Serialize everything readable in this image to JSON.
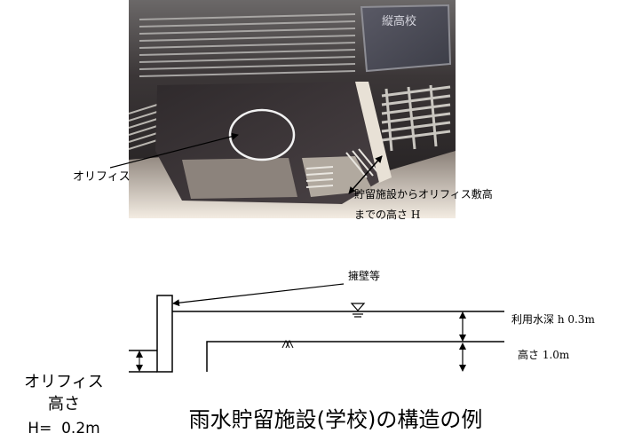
{
  "photo": {
    "label_orifice": "オリフィス",
    "label_height_line1": "貯留施設からオリフィス敷高",
    "label_height_line2": "までの高さ H",
    "sign_text": "縦高校"
  },
  "diagram": {
    "label_wall": "擁壁等",
    "label_depth": "利用水深 h 0.3m",
    "label_height": "高さ 1.0m",
    "orifice_label_line1": "オリフィス",
    "orifice_label_line2": "高さ",
    "orifice_label_line3": "H=  0.2m"
  },
  "caption": "雨水貯留施設(学校)の構造の例",
  "colors": {
    "photo_bg": "#2a2728",
    "grate": "#b9b6b0",
    "pit": "#4a4245",
    "line": "#000000"
  }
}
